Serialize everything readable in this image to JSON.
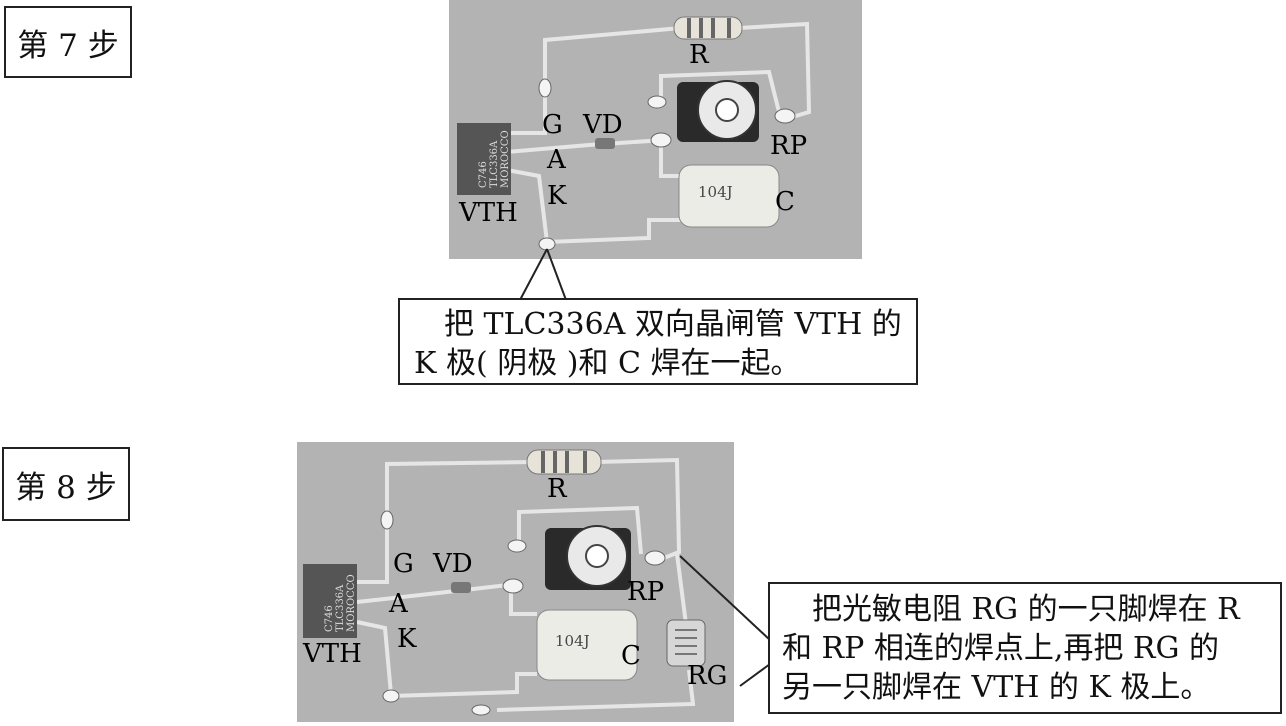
{
  "step7": {
    "label": "第 7 步",
    "parts": {
      "resistor": "R",
      "potentiometer": "RP",
      "capacitor": "C",
      "capacitor_marking": "104J",
      "thyristor": "VTH",
      "diac": "VD",
      "gate": "G",
      "anode": "A",
      "cathode": "K",
      "chip_lines": [
        "C746",
        "TLC336A",
        "MOROCCO"
      ]
    },
    "callout_lines": [
      "把 TLC336A 双向晶闸管 VTH 的",
      "K 极( 阴极 )和 C 焊在一起。"
    ]
  },
  "step8": {
    "label": "第 8 步",
    "parts": {
      "resistor": "R",
      "potentiometer": "RP",
      "capacitor": "C",
      "capacitor_marking": "104J",
      "thyristor": "VTH",
      "diac": "VD",
      "gate": "G",
      "anode": "A",
      "cathode": "K",
      "photoresistor": "RG",
      "chip_lines": [
        "C746",
        "TLC336A",
        "MOROCCO"
      ]
    },
    "callout_lines": [
      "把光敏电阻 RG 的一只脚焊在 R",
      "和 RP 相连的焊点上,再把 RG 的",
      "另一只脚焊在 VTH 的 K 极上。"
    ]
  }
}
